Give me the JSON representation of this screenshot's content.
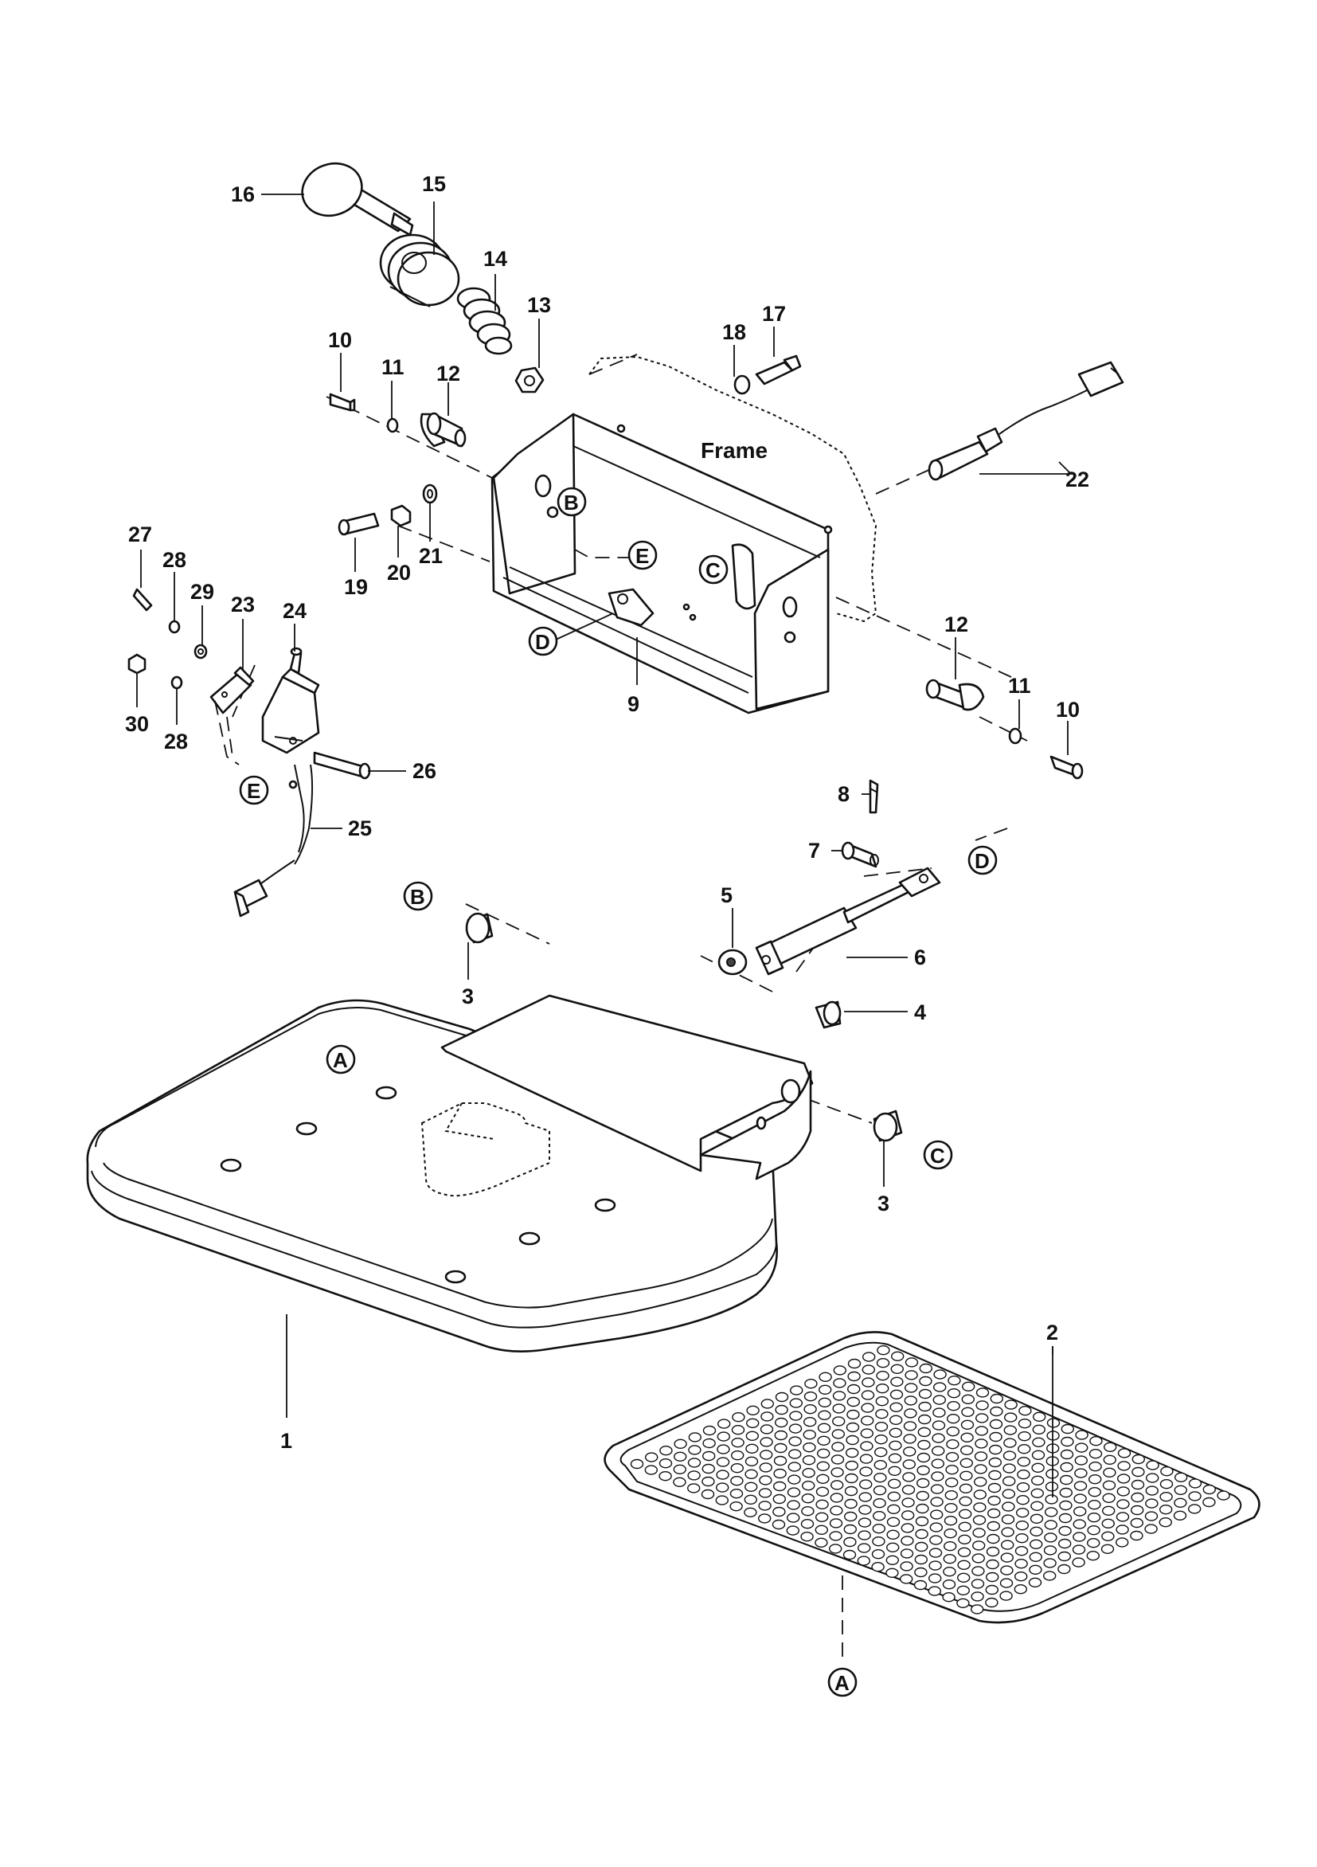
{
  "diagram": {
    "frame_label": "Frame",
    "part_labels": {
      "p1": "1",
      "p2": "2",
      "p3a": "3",
      "p3b": "3",
      "p4": "4",
      "p5": "5",
      "p6": "6",
      "p7": "7",
      "p8": "8",
      "p9": "9",
      "p10a": "10",
      "p10b": "10",
      "p11a": "11",
      "p11b": "11",
      "p12a": "12",
      "p12b": "12",
      "p13": "13",
      "p14": "14",
      "p15": "15",
      "p16": "16",
      "p17": "17",
      "p18": "18",
      "p19": "19",
      "p20": "20",
      "p21": "21",
      "p22": "22",
      "p23": "23",
      "p24": "24",
      "p25": "25",
      "p26": "26",
      "p27": "27",
      "p28a": "28",
      "p28b": "28",
      "p29": "29",
      "p30": "30"
    },
    "reference_markers": {
      "A_top": "A",
      "A_bottom": "A",
      "B_bracket": "B",
      "B_bushing": "B",
      "C_bracket": "C",
      "C_bushing": "C",
      "D_bracket": "D",
      "D_spring": "D",
      "E_bracket": "E",
      "E_switch": "E"
    }
  }
}
